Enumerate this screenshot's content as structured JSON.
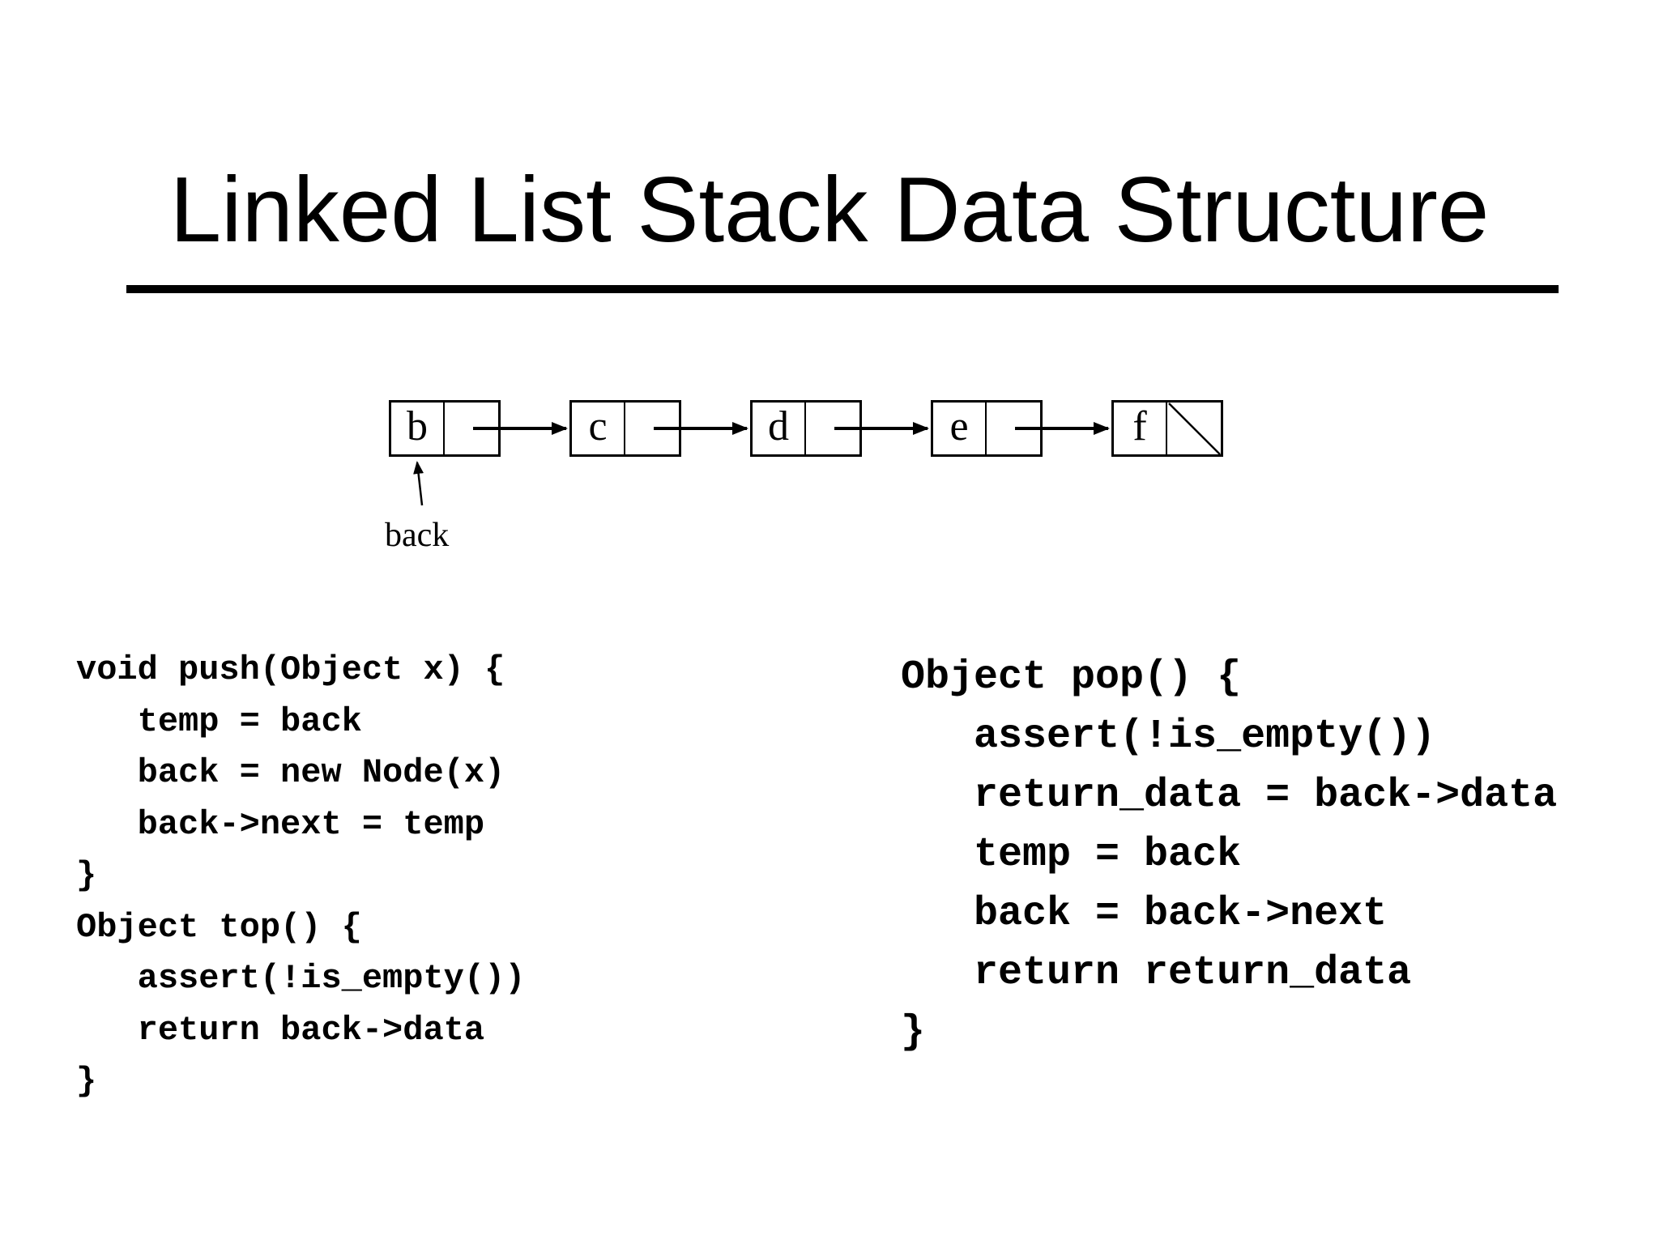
{
  "slide": {
    "title": "Linked List Stack Data Structure"
  },
  "colors": {
    "background": "#ffffff",
    "foreground": "#000000"
  },
  "diagram": {
    "description": "singly linked list of five nodes; each node has a data cell and a next-pointer cell; last pointer is null (diagonal slash); external pointer labelled back points at first node",
    "nodes": [
      {
        "label": "b"
      },
      {
        "label": "c"
      },
      {
        "label": "d"
      },
      {
        "label": "e"
      },
      {
        "label": "f",
        "next": "null"
      }
    ],
    "pointer_label": "back"
  },
  "code": {
    "push_top_block": [
      "void push(Object x) {",
      "   temp = back",
      "   back = new Node(x)",
      "   back->next = temp",
      "}",
      "Object top() {",
      "   assert(!is_empty())",
      "   return back->data",
      "}"
    ],
    "pop_block": [
      "Object pop() {",
      "   assert(!is_empty())",
      "   return_data = back->data",
      "   temp = back",
      "   back = back->next",
      "   return return_data",
      "}"
    ]
  }
}
